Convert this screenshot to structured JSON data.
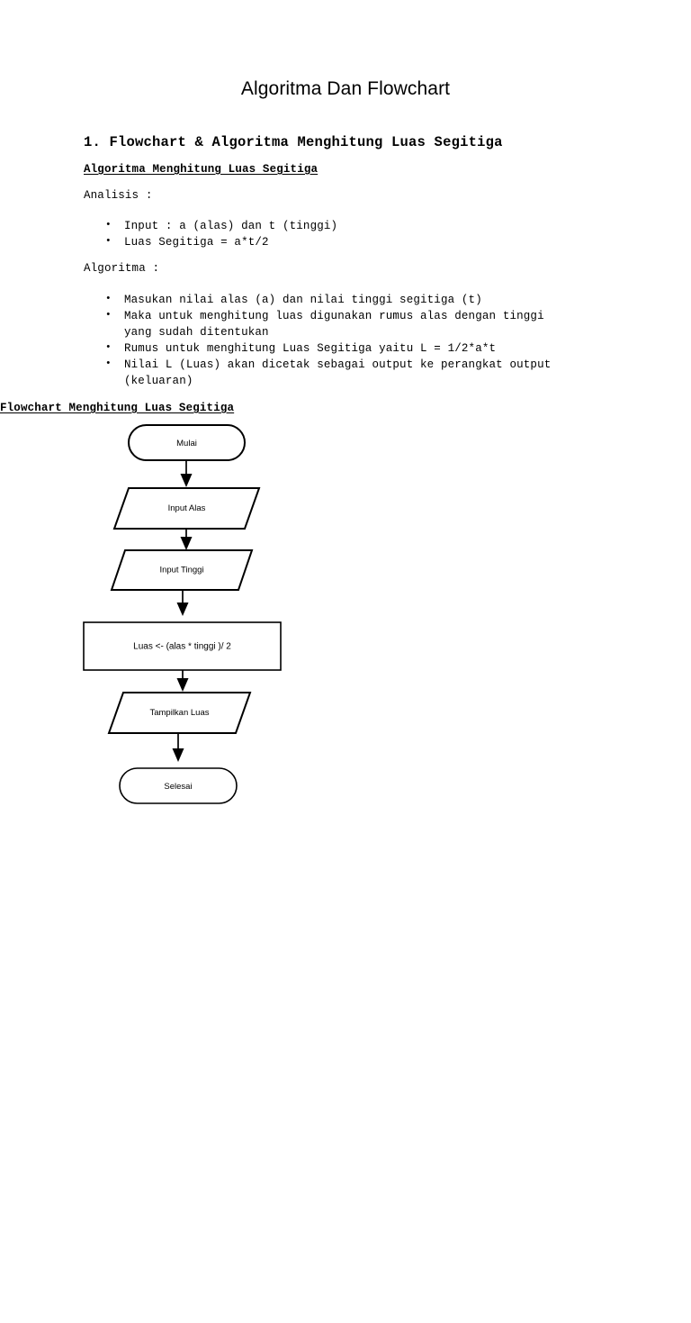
{
  "document": {
    "title": "Algoritma Dan Flowchart",
    "section_heading": "1. Flowchart & Algoritma Menghitung Luas Segitiga",
    "subheading_algoritma": "Algoritma Menghitung Luas Segitiga",
    "subheading_flowchart": "Flowchart Menghitung Luas Segitiga",
    "label_analisis": "Analisis :",
    "label_algoritma": "Algoritma :",
    "analisis_items": [
      "Input : a (alas) dan t (tinggi)",
      "Luas Segitiga = a*t/2"
    ],
    "algoritma_items": [
      {
        "line1": "Masukan nilai alas (a) dan nilai tinggi segitiga (t)",
        "line2": ""
      },
      {
        "line1": "Maka untuk menghitung luas digunakan rumus alas dengan tinggi",
        "line2": "yang sudah ditentukan"
      },
      {
        "line1": "Rumus untuk menghitung Luas Segitiga yaitu L = 1/2*a*t",
        "line2": ""
      },
      {
        "line1": "Nilai L (Luas) akan dicetak sebagai output ke perangkat output",
        "line2": "(keluaran)"
      }
    ]
  },
  "flowchart": {
    "nodes": [
      {
        "id": "start",
        "shape": "terminator",
        "label": "Mulai"
      },
      {
        "id": "input1",
        "shape": "parallelogram",
        "label": "Input Alas"
      },
      {
        "id": "input2",
        "shape": "parallelogram",
        "label": "Input Tinggi"
      },
      {
        "id": "process",
        "shape": "rectangle",
        "label": "Luas <- (alas * tinggi )/ 2"
      },
      {
        "id": "output",
        "shape": "parallelogram",
        "label": "Tampilkan Luas"
      },
      {
        "id": "end",
        "shape": "terminator",
        "label": "Selesai"
      }
    ],
    "edges": [
      {
        "from": "start",
        "to": "input1"
      },
      {
        "from": "input1",
        "to": "input2"
      },
      {
        "from": "input2",
        "to": "process"
      },
      {
        "from": "process",
        "to": "output"
      },
      {
        "from": "output",
        "to": "end"
      }
    ]
  },
  "colors": {
    "page_background": "#ffffff",
    "text": "#000000",
    "shape_stroke": "#000000",
    "shape_fill": "#ffffff"
  }
}
